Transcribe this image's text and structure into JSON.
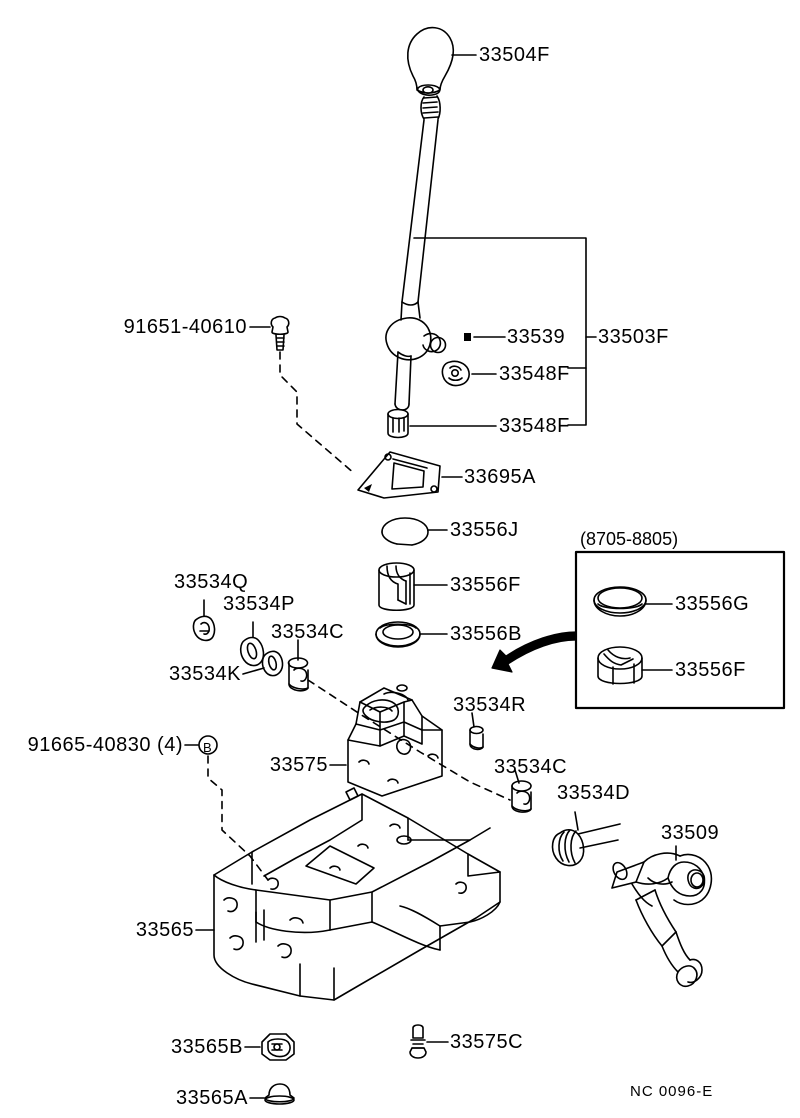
{
  "diagram": {
    "title": "Toyota shift lever and control parts exploded diagram",
    "footer_code": "NC  0096-E",
    "inset_caption": "(8705-8805)",
    "group_bracket_label": "33503F",
    "line_color": "#000000",
    "background": "#ffffff"
  },
  "labels": {
    "knob": "33504F",
    "bolt_upper": "91651-40610",
    "pin": "33539",
    "boot_upper": "33548F",
    "boot_lower": "33548F",
    "group": "33503F",
    "gasket": "33695A",
    "ring_j": "33556J",
    "bushing_f": "33556F",
    "bushing_b": "33556B",
    "inset_ring_g": "33556G",
    "inset_bushing_f": "33556F",
    "washer_q": "33534Q",
    "washer_p": "33534P",
    "bushing_c_upper": "33534C",
    "clip_k": "33534K",
    "housing": "33575",
    "pin_r": "33534R",
    "bushing_c_lower": "33534C",
    "spring_d": "33534D",
    "lever": "33509",
    "bolt_four": "91665-40830 (4)",
    "bolt_marker": "B",
    "base": "33565",
    "nut_b": "33565B",
    "grommet_a": "33565A",
    "bolt_c": "33575C"
  }
}
